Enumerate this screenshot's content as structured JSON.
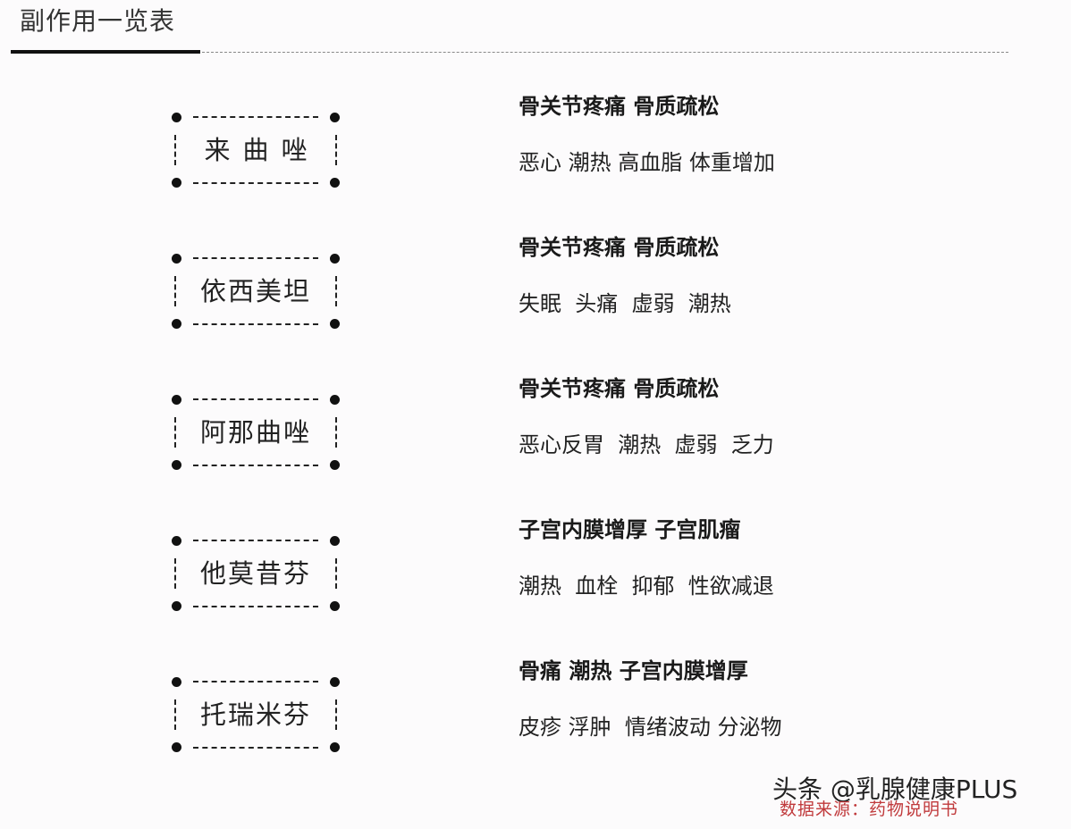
{
  "header": {
    "title": "副作用一览表"
  },
  "drugs": [
    {
      "name": "来曲唑",
      "major_effects": "骨关节疼痛 骨质疏松",
      "minor_effects": "恶心 潮热 高血脂 体重增加"
    },
    {
      "name": "依西美坦",
      "major_effects": "骨关节疼痛 骨质疏松",
      "minor_effects": "失眠  头痛  虚弱  潮热"
    },
    {
      "name": "阿那曲唑",
      "major_effects": "骨关节疼痛 骨质疏松",
      "minor_effects": "恶心反胃  潮热  虚弱  乏力"
    },
    {
      "name": "他莫昔芬",
      "major_effects": "子宫内膜增厚 子宫肌瘤",
      "minor_effects": "潮热  血栓  抑郁  性欲减退"
    },
    {
      "name": "托瑞米芬",
      "major_effects": "骨痛 潮热 子宫内膜增厚",
      "minor_effects": "皮疹 浮肿  情绪波动 分泌物"
    }
  ],
  "footer": {
    "watermark": "头条 @乳腺健康PLUS",
    "source": "数据来源：药物说明书"
  },
  "colors": {
    "source_text": "#c0393b",
    "background": "#fcfbfc"
  }
}
